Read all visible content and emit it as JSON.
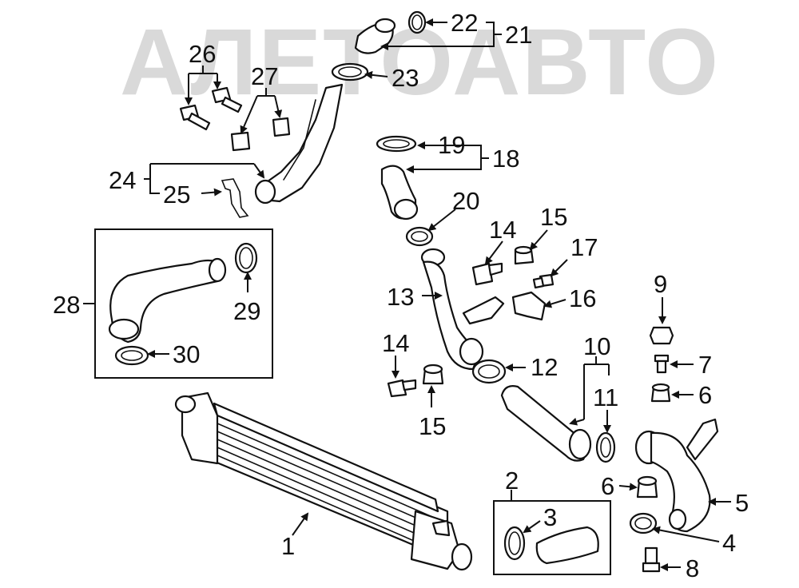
{
  "watermark": "АЛЕТОАВТО",
  "callouts": {
    "c1": "1",
    "c2": "2",
    "c3": "3",
    "c4": "4",
    "c5": "5",
    "c6a": "6",
    "c6b": "6",
    "c7": "7",
    "c8": "8",
    "c9": "9",
    "c10": "10",
    "c11": "11",
    "c12": "12",
    "c13": "13",
    "c14a": "14",
    "c14b": "14",
    "c15a": "15",
    "c15b": "15",
    "c16": "16",
    "c17": "17",
    "c18": "18",
    "c19": "19",
    "c20": "20",
    "c21": "21",
    "c22": "22",
    "c23": "23",
    "c24": "24",
    "c25": "25",
    "c26": "26",
    "c27": "27",
    "c28": "28",
    "c29": "29",
    "c30": "30"
  }
}
